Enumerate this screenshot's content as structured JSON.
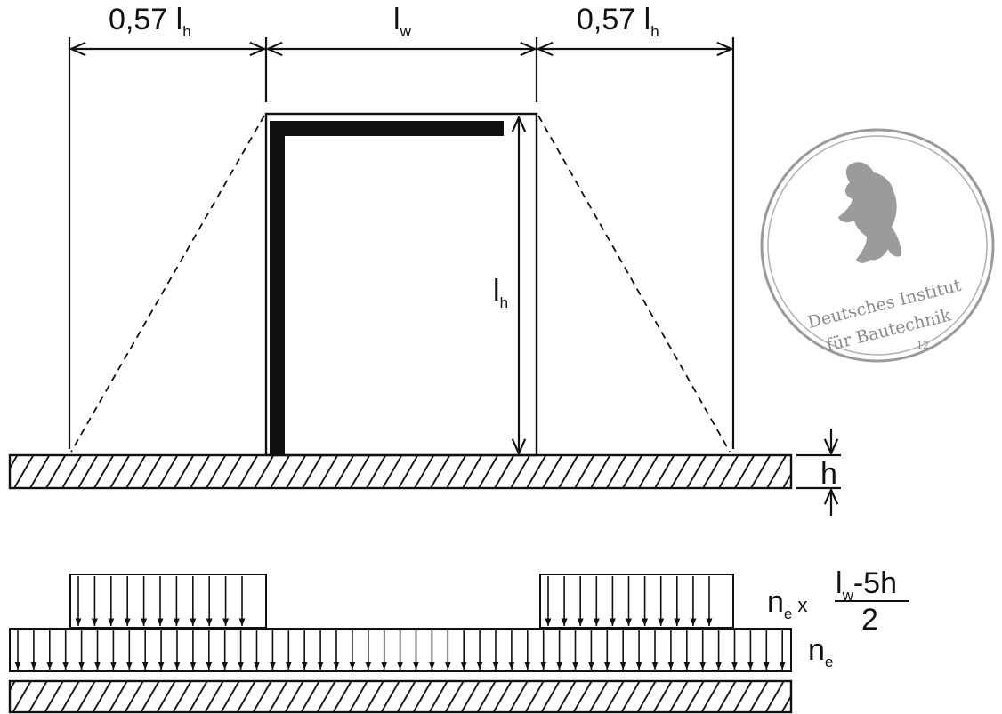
{
  "dimensions": {
    "left_label": {
      "main": "0,57 l",
      "sub": "h"
    },
    "center_label": {
      "main": "l",
      "sub": "w"
    },
    "right_label": {
      "main": "0,57 l",
      "sub": "h"
    },
    "height_label": {
      "main": "l",
      "sub": "h"
    },
    "thickness_label": "h"
  },
  "loads": {
    "upper_label": {
      "prefix_main": "n",
      "prefix_sub": "e",
      "times": "x",
      "numerator_main": "l",
      "numerator_sub": "w",
      "numerator_rest": "-5h",
      "denominator": "2"
    },
    "lower_label": {
      "main": "n",
      "sub": "e"
    }
  },
  "seal": {
    "line1": "Deutsches Institut",
    "line2": "für Bautechnik",
    "number": "12",
    "icon": "bear-icon"
  },
  "colors": {
    "ink": "#111111",
    "seal": "#8a8a8a"
  }
}
